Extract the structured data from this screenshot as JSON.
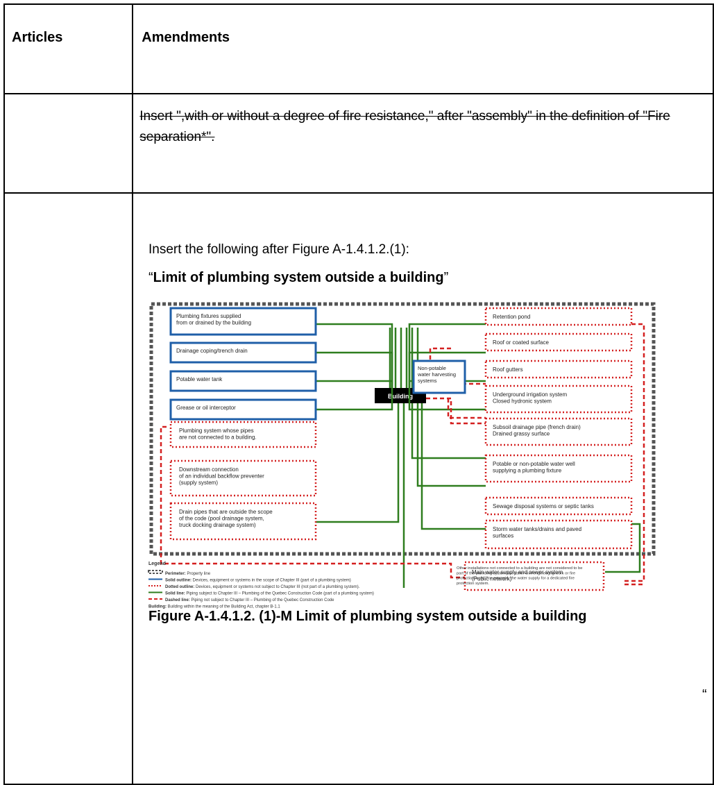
{
  "header": {
    "articles": "Articles",
    "amendments": "Amendments"
  },
  "row1": {
    "struck_text": "Insert \",with or without a degree of fire resistance,\" after \"assembly\" in the definition of \"Fire separation*\"."
  },
  "row2": {
    "intro": "Insert the following after Figure A-1.4.1.2.(1):",
    "title_open": "“",
    "title": "Limit of plumbing system outside a building",
    "title_close": "”",
    "caption": "Figure A-1.4.1.2. (1)-M Limit of plumbing system outside a building",
    "end_quote": "“"
  },
  "figure": {
    "left_solid": [
      [
        "Plumbing fixtures supplied",
        "from or drained by the building"
      ],
      [
        "Drainage coping/trench drain"
      ],
      [
        "Potable water tank"
      ],
      [
        "Grease or oil interceptor"
      ]
    ],
    "left_dotted": [
      [
        "Plumbing system whose pipes",
        "are not connected to a building."
      ],
      [
        "Downstream connection",
        "of an individual backflow preventer",
        "(supply system)"
      ],
      [
        "Drain pipes that are outside the scope",
        "of the code (pool drainage system,",
        "truck docking drainage system)"
      ]
    ],
    "center": "Building",
    "nonpotable": [
      "Non-potable",
      "water harvesting",
      "systems"
    ],
    "right": [
      [
        "Retention pond"
      ],
      [
        "Roof or coated surface"
      ],
      [
        "Roof gutters"
      ],
      [
        "Underground irrigation system",
        "Closed hydronic system"
      ],
      [
        "Subsoil drainage pipe (french drain)",
        "Drained grassy surface"
      ],
      [
        "Potable or non-potable water well",
        "supplying a plumbing fixture"
      ],
      [
        "Sewage disposal systems or septic tanks"
      ],
      [
        "Storm water tanks/drains and paved",
        "surfaces"
      ]
    ],
    "main_supply": [
      "Main water supply and sewer system",
      "(Public network)"
    ],
    "legend_title": "Legend",
    "legend": [
      {
        "key": "Perimeter:",
        "text": "Property line"
      },
      {
        "key": "Solid outline:",
        "text": "Devices, equipment or systems in the scope of Chapter III (part of a plumbing system)"
      },
      {
        "key": "Dotted outline:",
        "text": "Devices, equipment or systems not subject to Chapter III (not part of a plumbing system)."
      },
      {
        "key": "Solid line:",
        "text": "Piping subject to Chapter III – Plumbing of the Quebec Construction Code (part of a plumbing system)"
      },
      {
        "key": "Dashed line:",
        "text": "Piping not subject to Chapter III – Plumbing of the Quebec Construction Code"
      },
      {
        "key": "Building:",
        "text": "Building within the meaning of the Building Act, chapter B-1.1"
      }
    ],
    "note": [
      "Other installations not connected to a building are not considered to be",
      "part of the plumbing system but rather civil engineering work or fire",
      "protection work. For example, the water supply for a dedicated fire",
      "protection system."
    ],
    "colors": {
      "blue": "#1f5fa8",
      "green": "#2e7d1e",
      "red": "#d42020",
      "black": "#000000"
    }
  }
}
